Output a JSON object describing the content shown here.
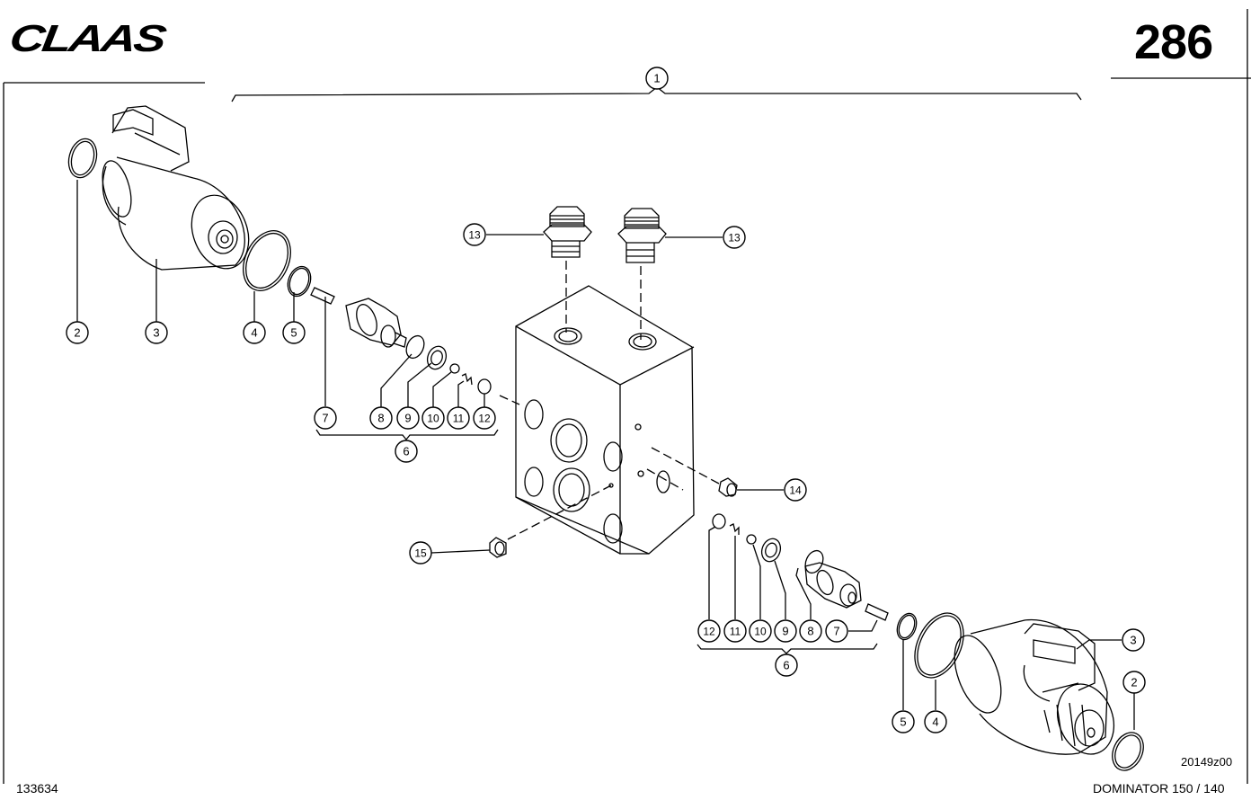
{
  "header": {
    "brand": "CLAAS",
    "page_number": "286"
  },
  "footer": {
    "doc_number": "133634",
    "drawing_code": "20149z00",
    "model": "DOMINATOR 150 / 140"
  },
  "callouts": [
    {
      "id": "c1",
      "label": "1"
    },
    {
      "id": "c2a",
      "label": "2"
    },
    {
      "id": "c3a",
      "label": "3"
    },
    {
      "id": "c4a",
      "label": "4"
    },
    {
      "id": "c5a",
      "label": "5"
    },
    {
      "id": "c7a",
      "label": "7"
    },
    {
      "id": "c8a",
      "label": "8"
    },
    {
      "id": "c9a",
      "label": "9"
    },
    {
      "id": "c10a",
      "label": "10"
    },
    {
      "id": "c11a",
      "label": "11"
    },
    {
      "id": "c12a",
      "label": "12"
    },
    {
      "id": "c6a",
      "label": "6"
    },
    {
      "id": "c13a",
      "label": "13"
    },
    {
      "id": "c13b",
      "label": "13"
    },
    {
      "id": "c14",
      "label": "14"
    },
    {
      "id": "c15",
      "label": "15"
    },
    {
      "id": "c12b",
      "label": "12"
    },
    {
      "id": "c11b",
      "label": "11"
    },
    {
      "id": "c10b",
      "label": "10"
    },
    {
      "id": "c9b",
      "label": "9"
    },
    {
      "id": "c8b",
      "label": "8"
    },
    {
      "id": "c7b",
      "label": "7"
    },
    {
      "id": "c6b",
      "label": "6"
    },
    {
      "id": "c3b",
      "label": "3"
    },
    {
      "id": "c2b",
      "label": "2"
    },
    {
      "id": "c5b",
      "label": "5"
    },
    {
      "id": "c4b",
      "label": "4"
    }
  ]
}
